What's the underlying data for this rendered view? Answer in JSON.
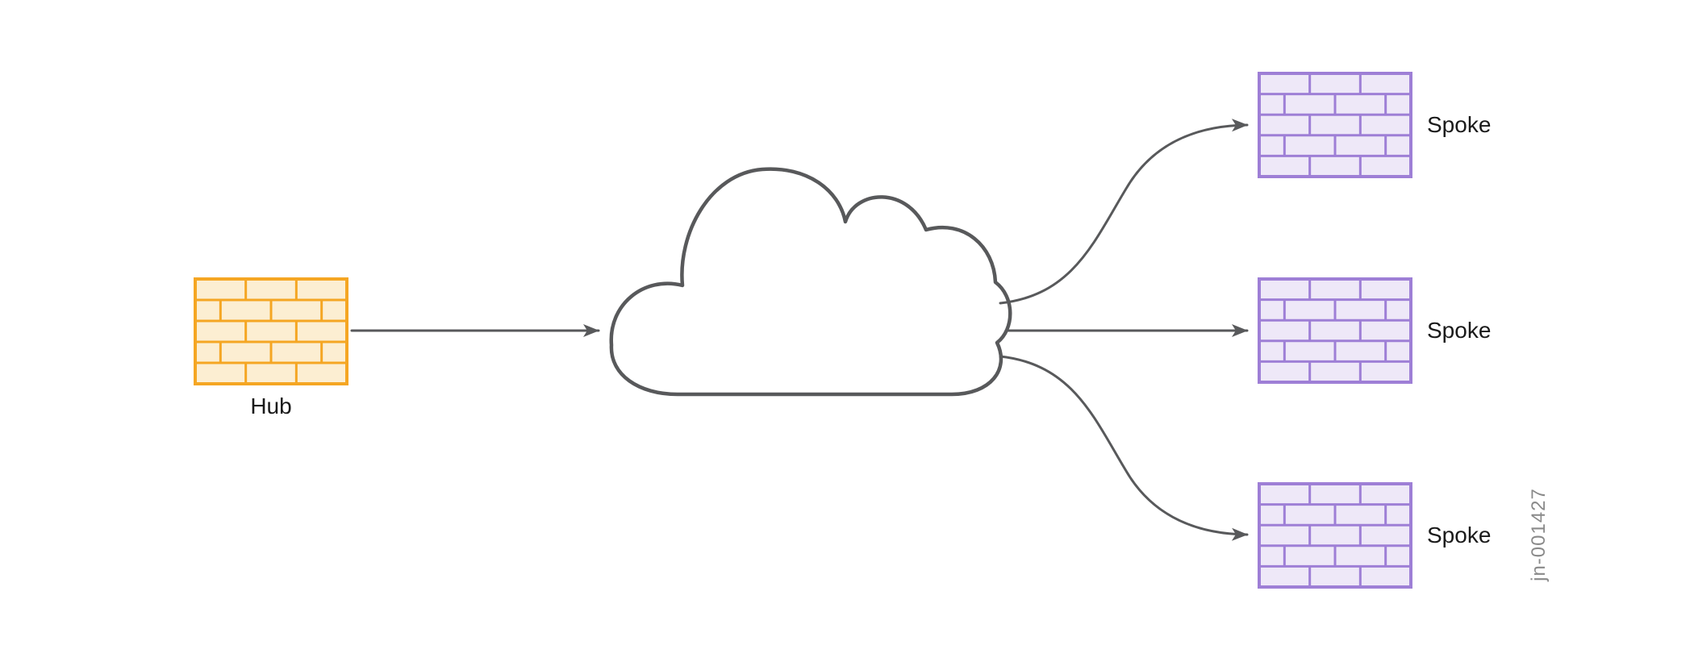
{
  "diagram": {
    "hub": {
      "label": "Hub"
    },
    "spokes": [
      {
        "label": "Spoke"
      },
      {
        "label": "Spoke"
      },
      {
        "label": "Spoke"
      }
    ],
    "figure_id": "jn-001427",
    "colors": {
      "hub_stroke": "#F5A623",
      "hub_fill": "#FCEED2",
      "spoke_stroke": "#9E7FD6",
      "spoke_fill": "#EEE8F8",
      "line": "#58595B",
      "cloud_fill": "#FFFFFF",
      "label_text": "#1A1A1A",
      "figure_id_text": "#8A8A8A"
    }
  }
}
